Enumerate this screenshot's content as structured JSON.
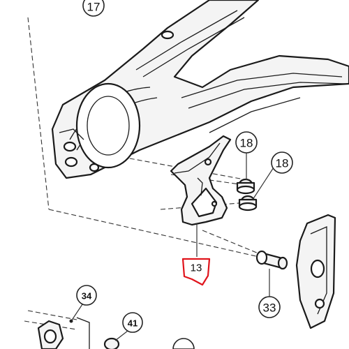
{
  "diagram": {
    "callouts": {
      "c17": "17",
      "c18a": "18",
      "c18b": "18",
      "c13": "13",
      "c33": "33",
      "c34": "34",
      "c41": "41"
    },
    "highlight_color": "#e0141c"
  }
}
